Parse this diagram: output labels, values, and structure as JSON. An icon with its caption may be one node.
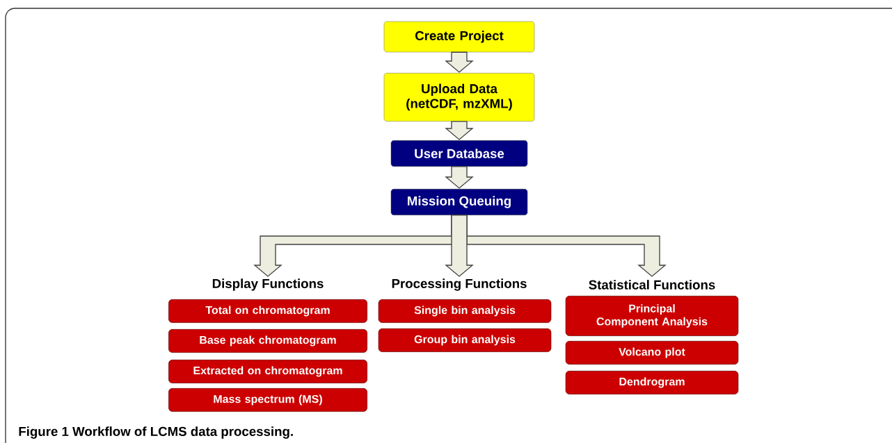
{
  "diagram": {
    "caption": "Figure 1 Workflow of LCMS data processing.",
    "nodes": [
      {
        "text": [
          "Create Project"
        ]
      },
      {
        "text": [
          "Upload Data (netCDF, mzXML)"
        ]
      },
      {
        "text": [
          "User Database"
        ]
      },
      {
        "text": [
          "Mission Queuing"
        ]
      },
      {
        "text": [
          "Display Functions"
        ]
      },
      {
        "text": [
          "Processing Functions"
        ]
      },
      {
        "text": [
          "Statistical Functions"
        ]
      },
      {
        "text": [
          "Total on chromatogram"
        ]
      },
      {
        "text": [
          "Base peak chromatogram"
        ]
      },
      {
        "text": [
          "Extracted on chromatogram"
        ]
      },
      {
        "text": [
          "Mass spectrum (MS)"
        ]
      },
      {
        "text": [
          "Single bin analysis"
        ]
      },
      {
        "text": [
          "Group bin analysis"
        ]
      },
      {
        "text": [
          "Principal Component Analysis"
        ]
      },
      {
        "text": [
          "Volcano plot"
        ]
      },
      {
        "text": [
          "Dendrogram"
        ]
      }
    ],
    "edges": [
      {
        "from": 0,
        "to": 1,
        "arrow": "to"
      },
      {
        "from": 1,
        "to": 2,
        "arrow": "to"
      },
      {
        "from": 2,
        "to": 3,
        "arrow": "to"
      },
      {
        "from": 3,
        "to": 4,
        "arrow": "to"
      },
      {
        "from": 3,
        "to": 5,
        "arrow": "to"
      },
      {
        "from": 3,
        "to": 6,
        "arrow": "to"
      }
    ]
  }
}
